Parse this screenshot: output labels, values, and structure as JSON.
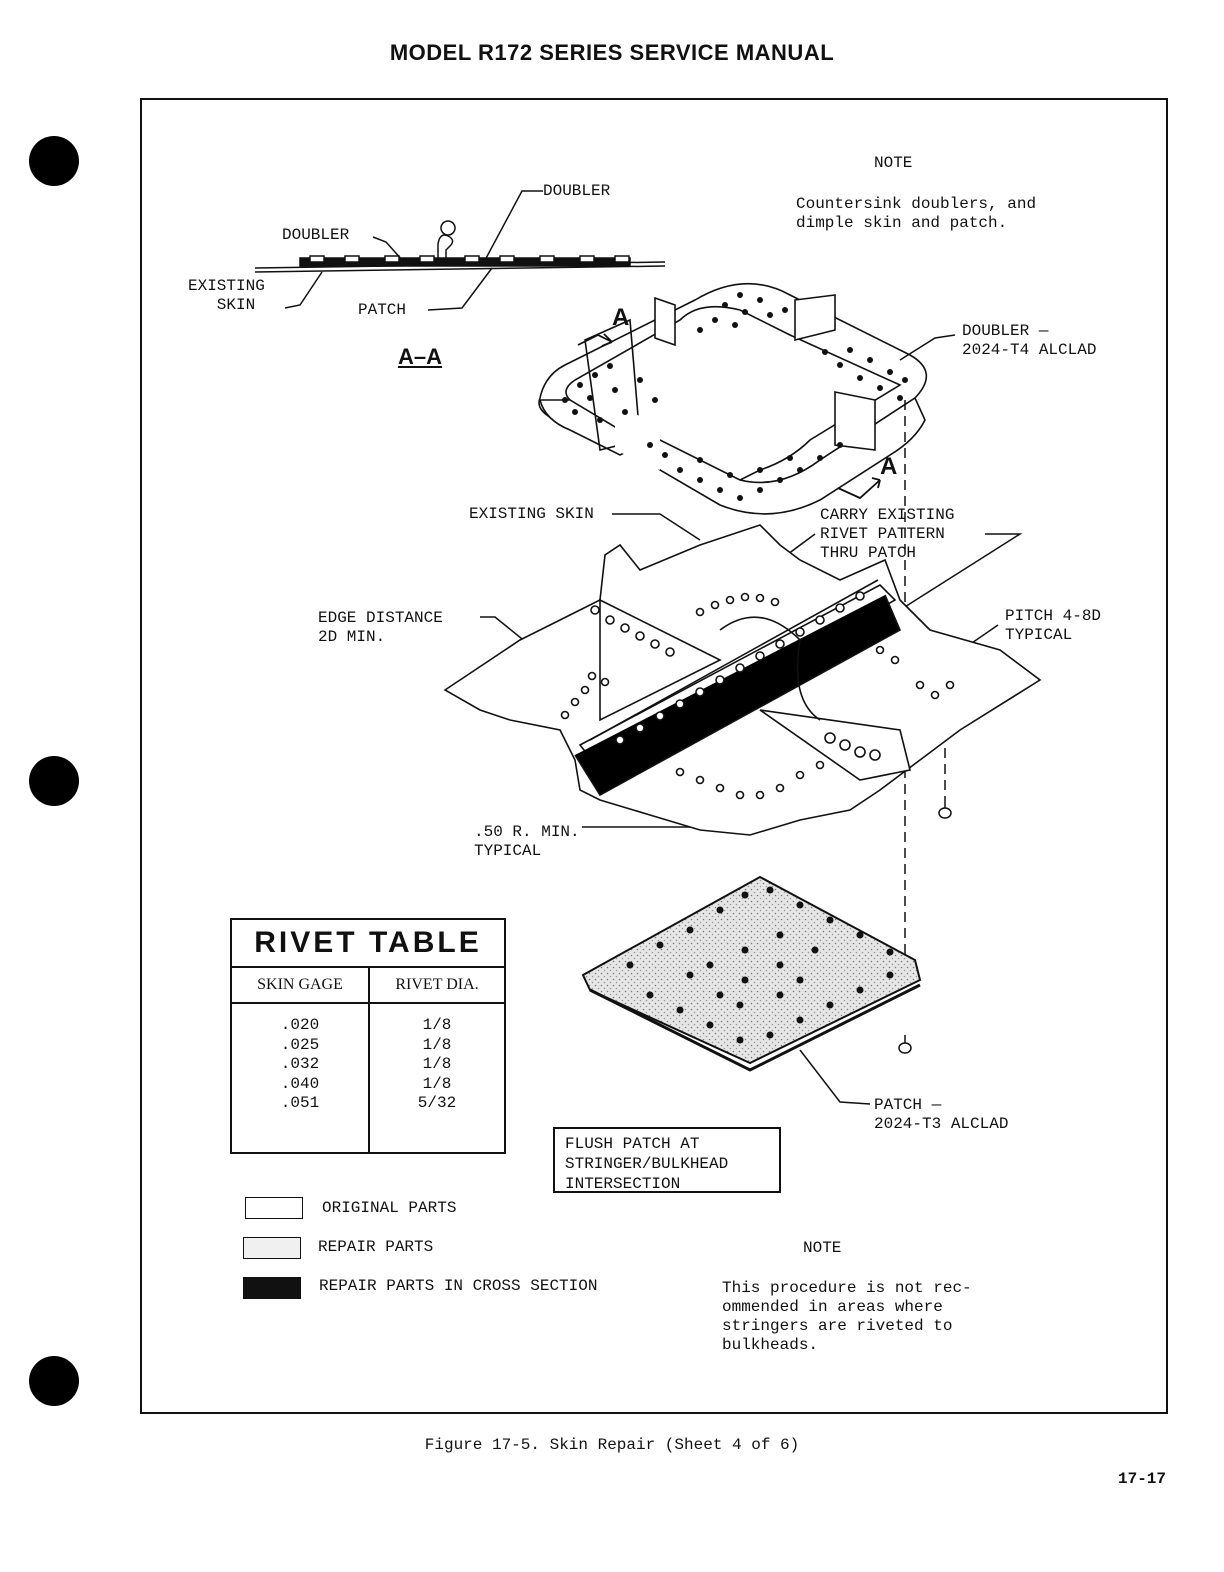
{
  "header": {
    "title": "MODEL R172 SERIES SERVICE MANUAL"
  },
  "section_aa": {
    "title": "A–A",
    "labels": {
      "doubler_top": "DOUBLER",
      "doubler_left": "DOUBLER",
      "existing_skin": "EXISTING\n   SKIN",
      "patch": "PATCH"
    }
  },
  "note_top": {
    "heading": "NOTE",
    "text": "Countersink doublers, and\ndimple skin and patch."
  },
  "callouts": {
    "view_a_top": "A",
    "view_a_bottom": "A",
    "doubler_material": "DOUBLER —\n2024-T4 ALCLAD",
    "existing_skin": "EXISTING SKIN",
    "carry_pattern": "CARRY EXISTING\nRIVET PATTERN\nTHRU PATCH",
    "edge_distance": "EDGE DISTANCE\n2D MIN.",
    "pitch": "PITCH 4-8D\nTYPICAL",
    "radius": ".50 R. MIN.\nTYPICAL",
    "patch_material": "PATCH —\n2024-T3 ALCLAD"
  },
  "rivet_table": {
    "title": "RIVET TABLE",
    "headers": [
      "SKIN GAGE",
      "RIVET DIA."
    ],
    "skin_gage": ".020\n.025\n.032\n.040\n.051",
    "rivet_dia": "1/8\n1/8\n1/8\n1/8\n5/32"
  },
  "figure_label": "FLUSH PATCH AT\nSTRINGER/BULKHEAD\nINTERSECTION",
  "legend": {
    "original": "ORIGINAL PARTS",
    "repair": "REPAIR PARTS",
    "repair_cross": "REPAIR PARTS IN CROSS SECTION"
  },
  "note_bottom": {
    "heading": "NOTE",
    "text": "This procedure is not rec-\nommended in areas where\nstringers are riveted to\nbulkheads."
  },
  "caption": "Figure 17-5.  Skin Repair (Sheet 4 of 6)",
  "page_number": "17-17"
}
